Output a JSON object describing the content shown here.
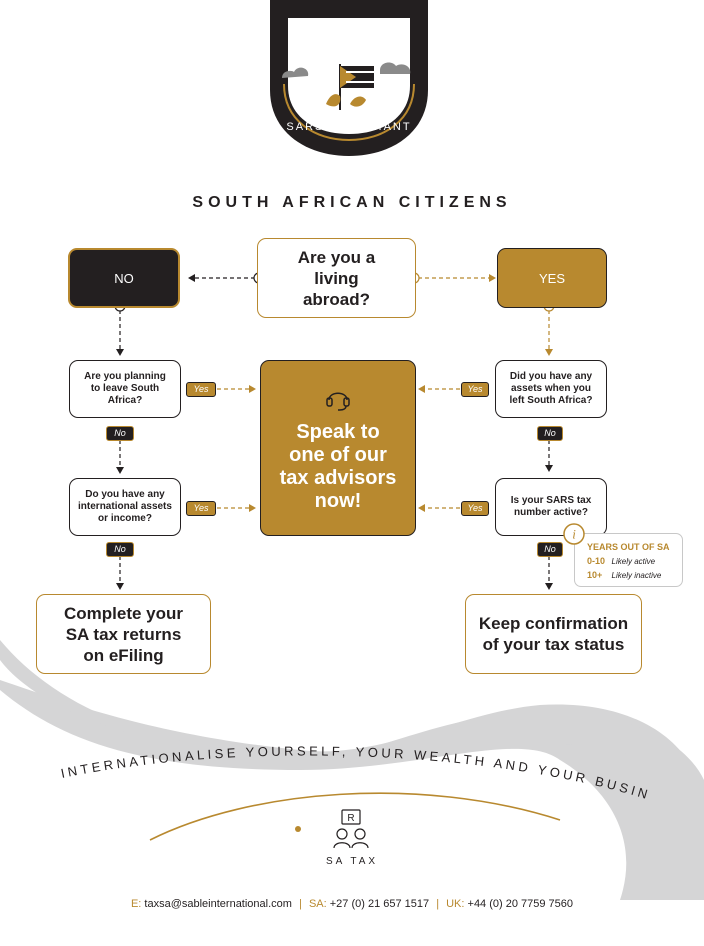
{
  "badge": {
    "label": "SARS COMPLIANT"
  },
  "heading": "SOUTH AFRICAN CITIZENS",
  "flow": {
    "start_question": "Are you a living abroad?",
    "no_label": "NO",
    "yes_label": "YES",
    "left_q1": "Are you planning to leave South Africa?",
    "left_q2": "Do you have any international assets or income?",
    "right_q1": "Did you have any assets when you left South Africa?",
    "right_q2": "Is your SARS tax number active?",
    "center": "Speak to one of our tax advisors now!",
    "left_outcome": "Complete your SA tax returns on eFiling",
    "right_outcome": "Keep confirmation of your tax status",
    "tag_yes": "Yes",
    "tag_no": "No"
  },
  "info_panel": {
    "icon_letter": "i",
    "title": "YEARS OUT OF SA",
    "rows": [
      {
        "range": "0-10",
        "status": "Likely active"
      },
      {
        "range": "10+",
        "status": "Likely inactive"
      }
    ]
  },
  "banner": {
    "tagline": "INTERNATIONALISE YOURSELF, YOUR WEALTH AND YOUR BUSINESS",
    "logo_text": "SA TAX",
    "logo_letter": "R"
  },
  "footer": {
    "email_label": "E:",
    "email": "taxsa@sableinternational.com",
    "sa_label": "SA:",
    "sa_phone": "+27 (0) 21 657 1517",
    "uk_label": "UK:",
    "uk_phone": "+44 (0) 20 7759 7560"
  },
  "colors": {
    "gold": "#b8892f",
    "dark": "#231f20",
    "grey_band": "#d5d5d6"
  }
}
